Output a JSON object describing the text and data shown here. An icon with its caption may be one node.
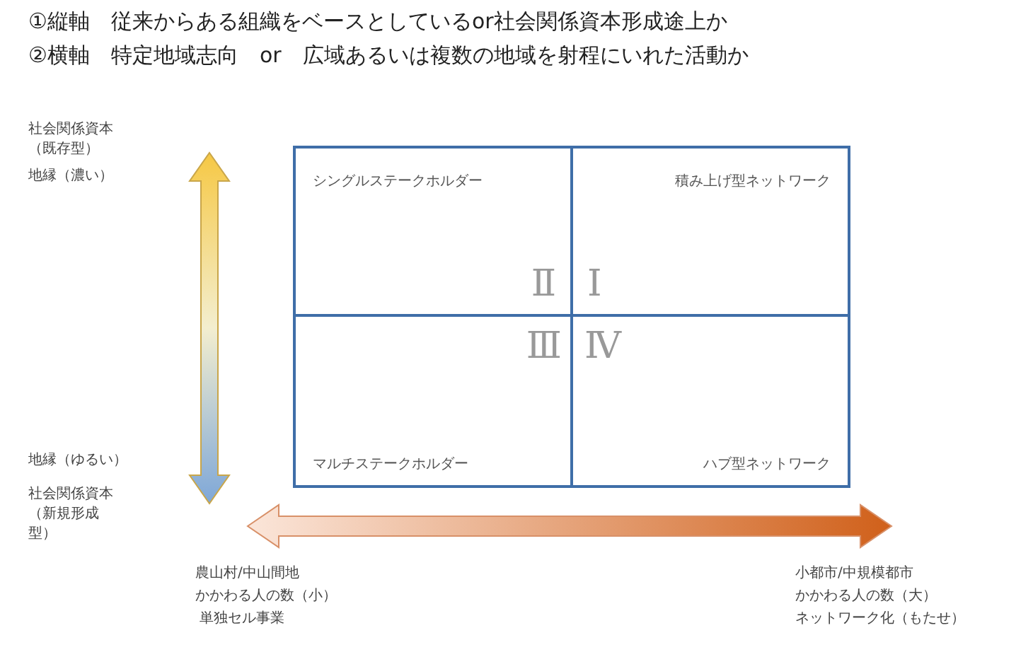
{
  "diagram": {
    "nodes": [
      {
        "text": [
          "シングルステークホルダー",
          "Ⅱ"
        ]
      },
      {
        "text": [
          "積み上げ型ネットワーク",
          "Ⅰ"
        ]
      },
      {
        "text": [
          "マルチステークホルダー",
          "Ⅲ"
        ]
      },
      {
        "text": [
          "ハブ型ネットワーク",
          "Ⅳ"
        ]
      }
    ],
    "labels": [
      "①縦軸　従来からある組織をベースとしているor社会関係資本形成途上か",
      "②横軸　特定地域志向　or　広域あるいは複数の地域を射程にいれた活動か",
      "社会関係資本（既存型）",
      "地縁（濃い）",
      "地縁（ゆるい）",
      "社会関係資本（新規形成型）",
      "農山村/中山間地",
      "かかわる人の数（小）",
      "単独セル事業",
      "小都市/中規模都市",
      "かかわる人の数（大）",
      "ネットワーク化（もたせ）"
    ]
  }
}
